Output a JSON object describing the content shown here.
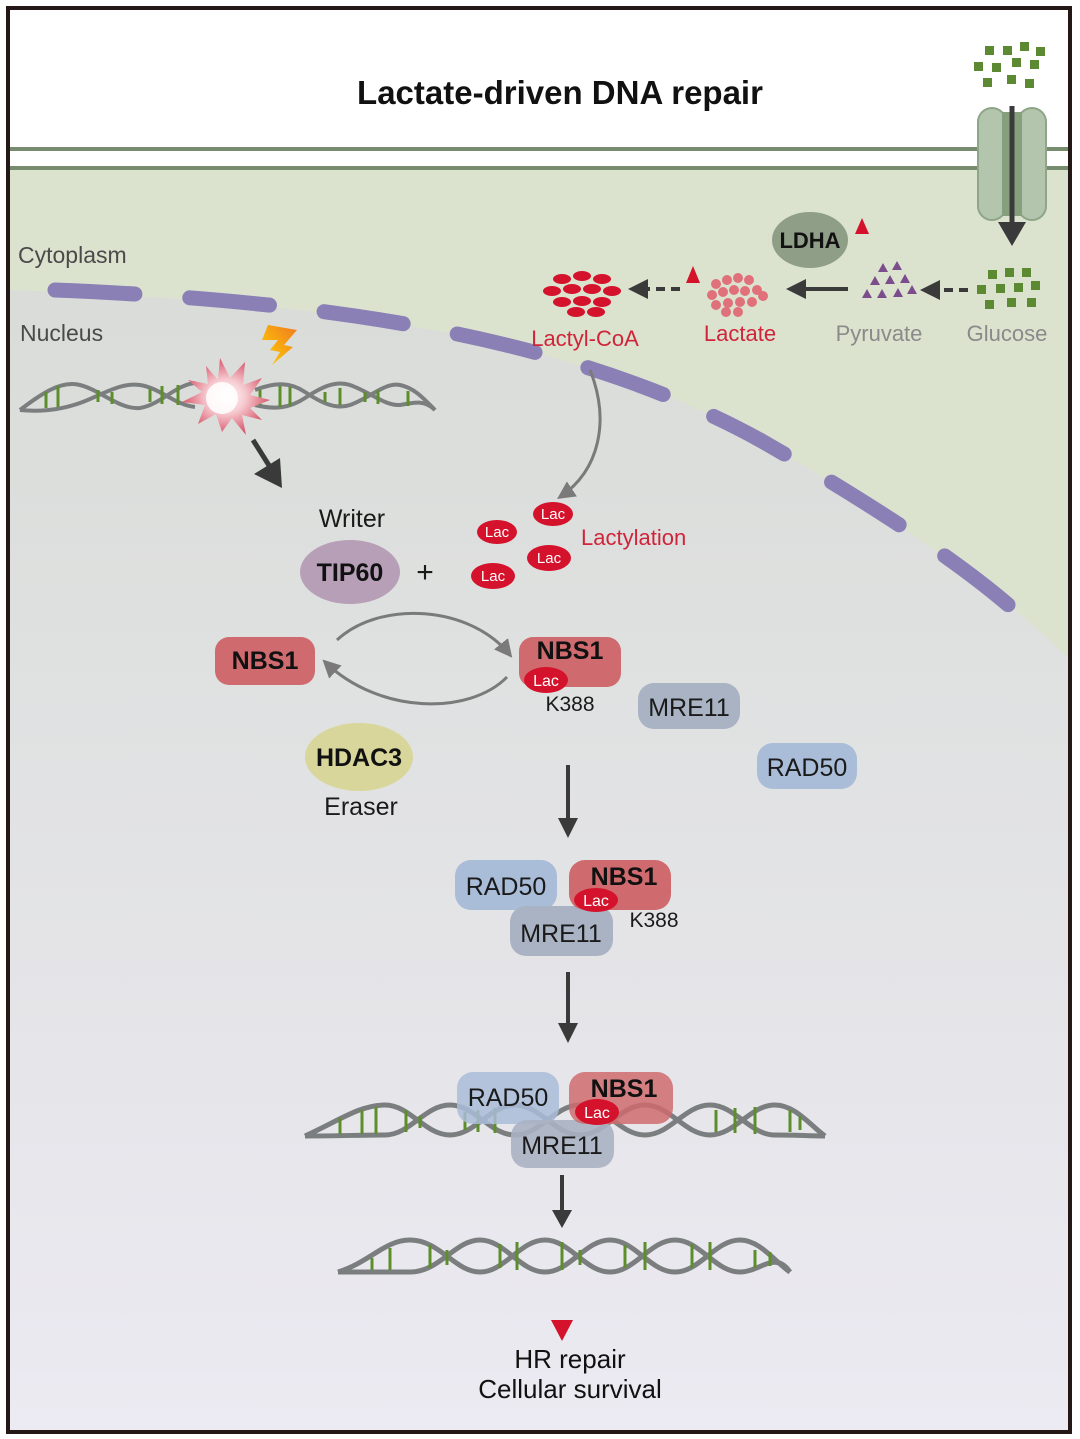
{
  "title": "Lactate-driven DNA repair",
  "regions": {
    "cytoplasm": "Cytoplasm",
    "nucleus": "Nucleus"
  },
  "metabolism": {
    "glucose": "Glucose",
    "pyruvate": "Pyruvate",
    "lactate": "Lactate",
    "lactyl_coa": "Lactyl-CoA",
    "enzyme": "LDHA"
  },
  "lactylation": {
    "writer_label": "Writer",
    "writer": "TIP60",
    "plus": "+",
    "mark": "Lac",
    "label": "Lactylation",
    "eraser_label": "Eraser",
    "eraser": "HDAC3"
  },
  "proteins": {
    "nbs1": "NBS1",
    "mre11": "MRE11",
    "rad50": "RAD50",
    "site": "K388"
  },
  "outcome": {
    "line1": "HR repair",
    "line2": "Cellular survival"
  },
  "colors": {
    "cytoplasm_bg": "#dbe3cf",
    "nucleus_bg": "#dcdedb",
    "membrane_line": "#778c6f",
    "nuclear_envelope": "#8a80b6",
    "lac_red": "#d4122c",
    "nbs1_fill": "#cf6b6e",
    "mre11_fill": "#aab3c3",
    "rad50_fill": "#a9bcd8",
    "tip60_fill": "#b69fb7",
    "hdac3_fill": "#d8d69a",
    "ldha_fill": "#8f9e86",
    "dna_backbone": "#7b7e7e",
    "dna_base": "#5c8f2c",
    "glucose_green": "#5c8a33",
    "pyruvate_purple": "#7c4d8c",
    "lactate_pink": "#e0707a"
  }
}
